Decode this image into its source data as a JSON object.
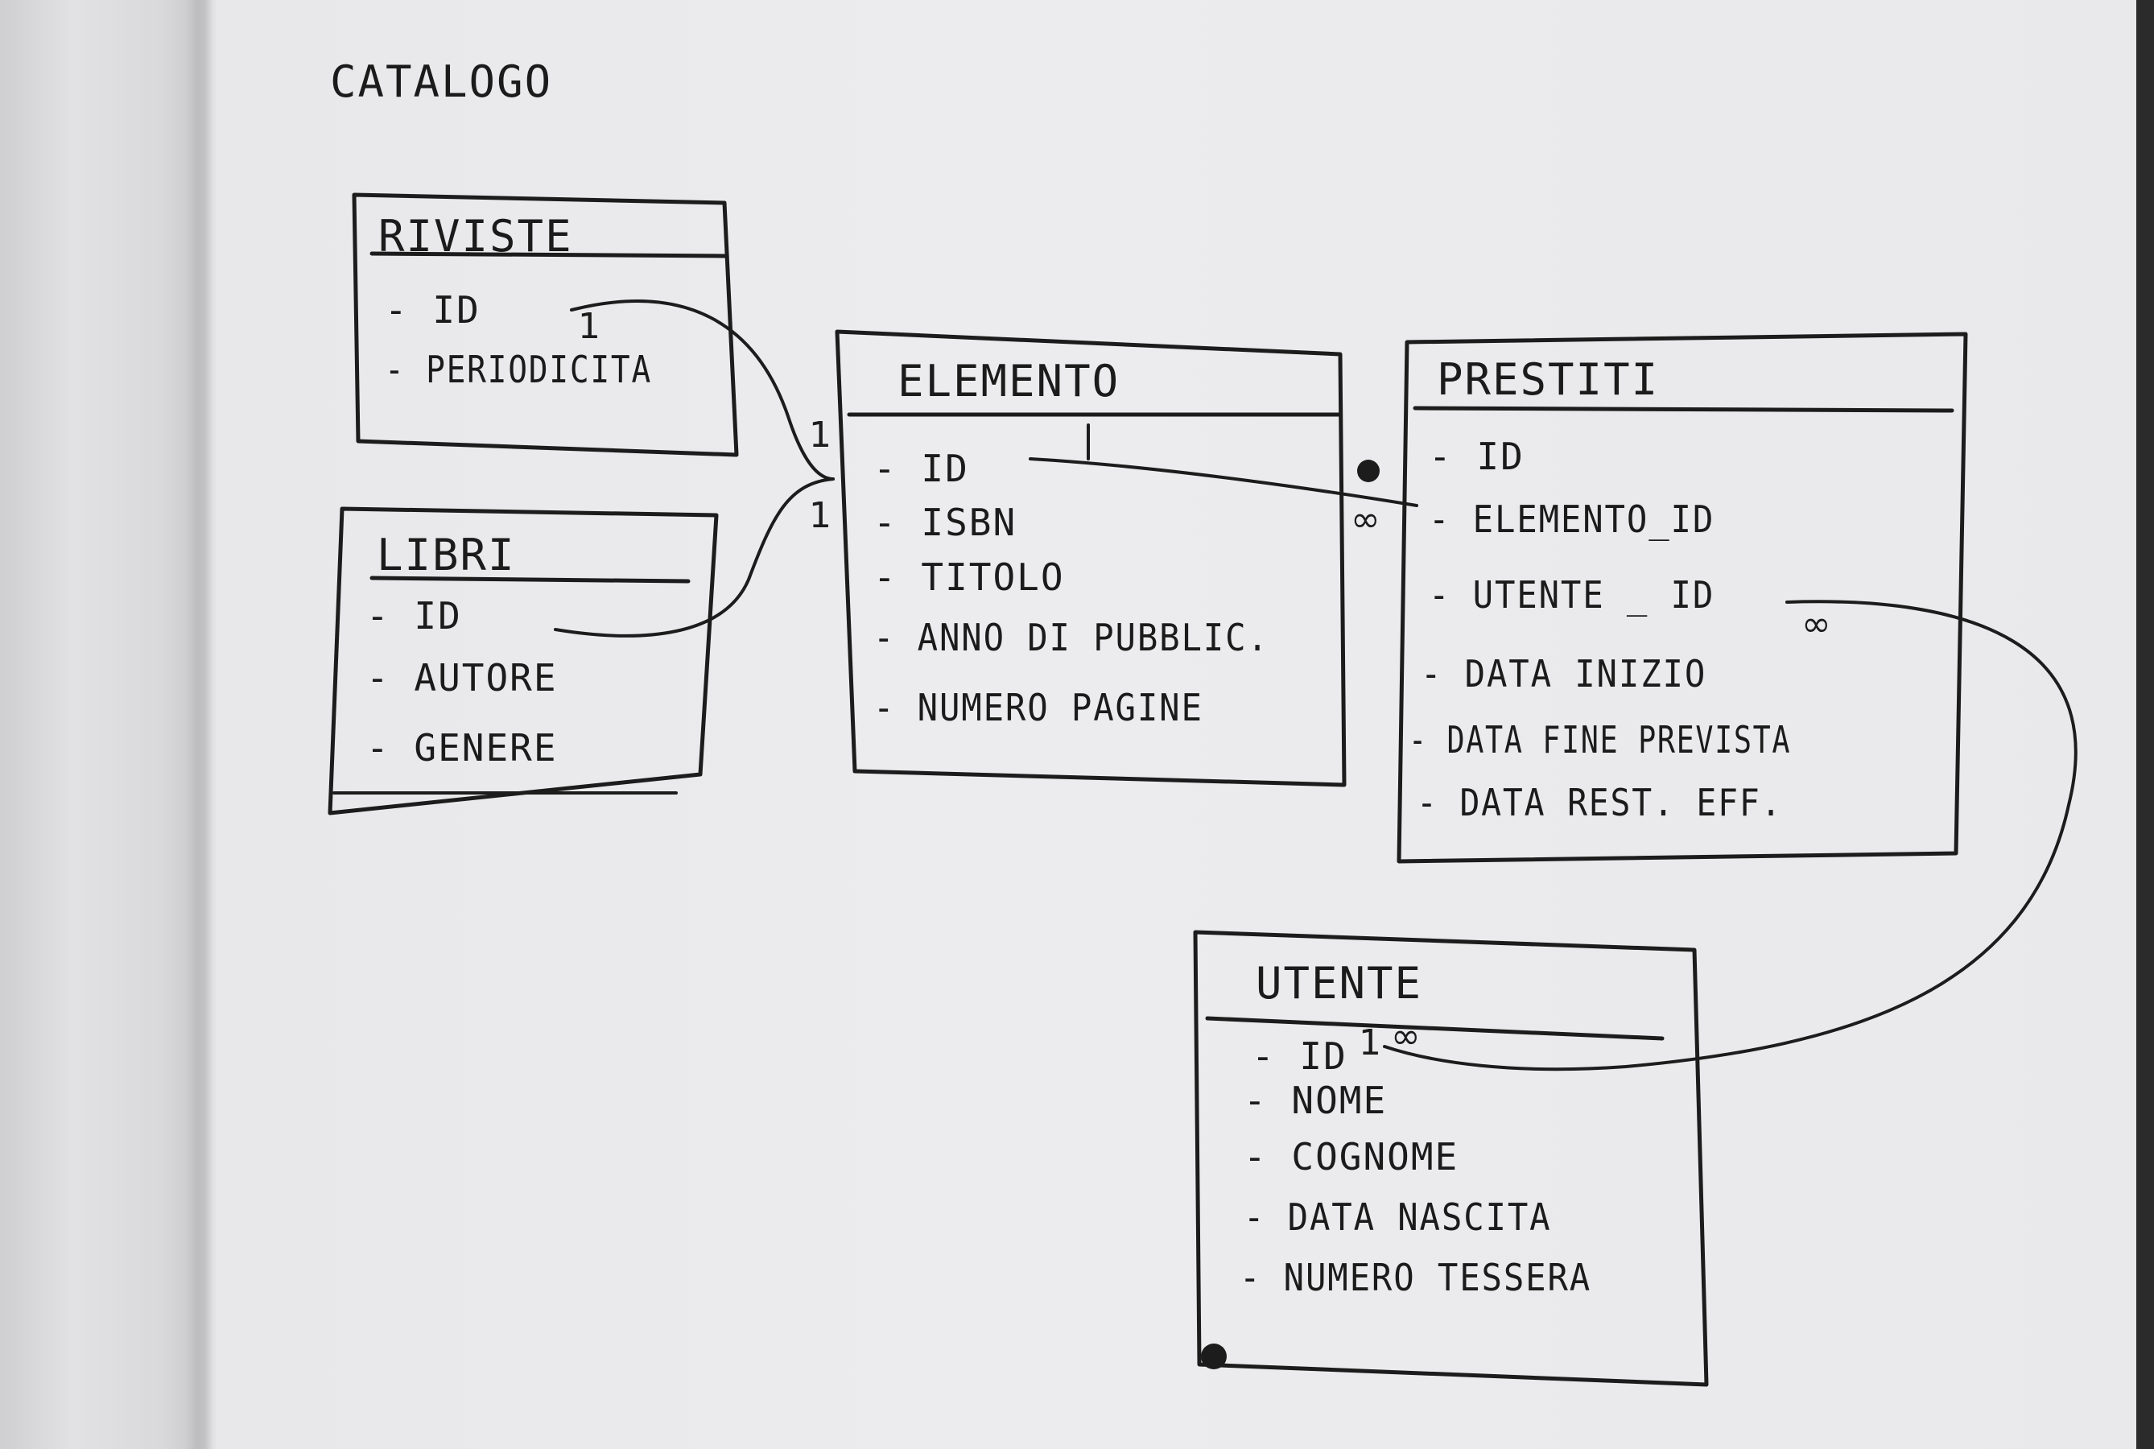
{
  "diagram": {
    "title": "CATALOGO",
    "entities": [
      {
        "name": "RIVISTE",
        "attributes": [
          "- ID",
          "- PERIODICITA"
        ]
      },
      {
        "name": "LIBRI",
        "attributes": [
          "- ID",
          "- AUTORE",
          "- GENERE"
        ]
      },
      {
        "name": "ELEMENTO",
        "attributes": [
          "- ID",
          "- ISBN",
          "- TITOLO",
          "- ANNO DI PUBBLIC.",
          "- NUMERO PAGINE"
        ]
      },
      {
        "name": "PRESTITI",
        "attributes": [
          "- ID",
          "- ELEMENTO_ID",
          "- UTENTE _ ID",
          "- DATA INIZIO",
          "- DATA FINE PREVISTA",
          "- DATA REST. EFF."
        ]
      },
      {
        "name": "UTENTE",
        "attributes": [
          "- ID",
          "- NOME",
          "- COGNOME",
          "- DATA NASCITA",
          "- NUMERO TESSERA"
        ]
      }
    ],
    "cardinality": {
      "riviste_id": "1",
      "elemento_left_top": "1",
      "elemento_left_bottom": "1",
      "elemento_id": "1",
      "prestiti_elemento": "∞",
      "prestiti_utente": "∞",
      "utente_id": "1",
      "utente_id_many": "∞"
    }
  }
}
